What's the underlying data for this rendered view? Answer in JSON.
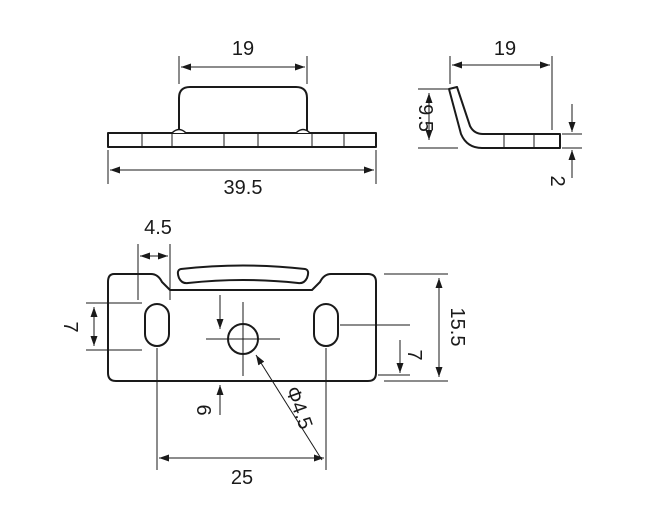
{
  "dimensions": {
    "top_width": "19",
    "side_width": "19",
    "side_height": "9.5",
    "thickness": "2",
    "overall_length": "39.5",
    "tab_offset": "4.5",
    "slot_left": "7",
    "slot_right": "7",
    "height": "15.5",
    "hole_offset": "6",
    "hole_diameter": "Φ4.5",
    "slot_pitch": "25"
  },
  "colors": {
    "line": "#1a1a1a",
    "background": "#ffffff"
  }
}
